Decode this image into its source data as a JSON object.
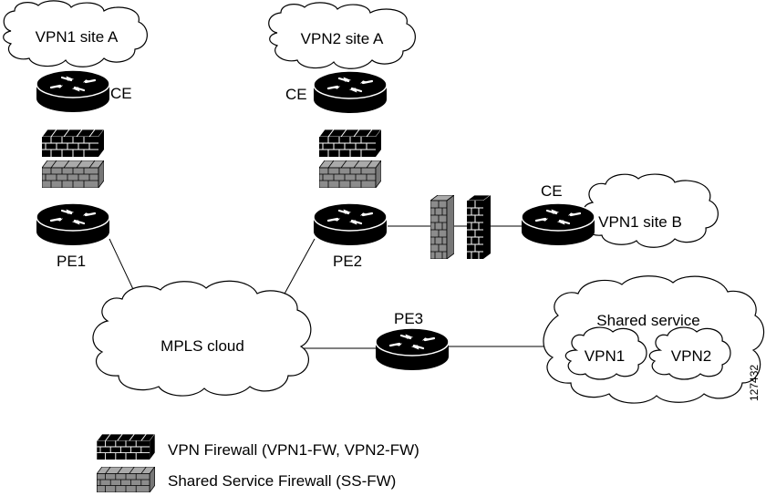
{
  "clouds": {
    "vpn1_site_a": "VPN1 site A",
    "vpn2_site_a": "VPN2 site A",
    "vpn1_site_b": "VPN1 site B",
    "mpls": "MPLS cloud",
    "shared_service": "Shared service",
    "vpn1": "VPN1",
    "vpn2": "VPN2"
  },
  "routers": {
    "ce1": "CE",
    "ce2": "CE",
    "ce3": "CE",
    "pe1": "PE1",
    "pe2": "PE2",
    "pe3": "PE3"
  },
  "legend": {
    "vpn_firewall": "VPN Firewall (VPN1-FW, VPN2-FW)",
    "shared_firewall": "Shared Service Firewall (SS-FW)"
  },
  "figure_id": "127432",
  "colors": {
    "vpn_firewall": "#000000",
    "shared_firewall": "#8c8c8c",
    "router": "#000000",
    "line": "#000000"
  }
}
